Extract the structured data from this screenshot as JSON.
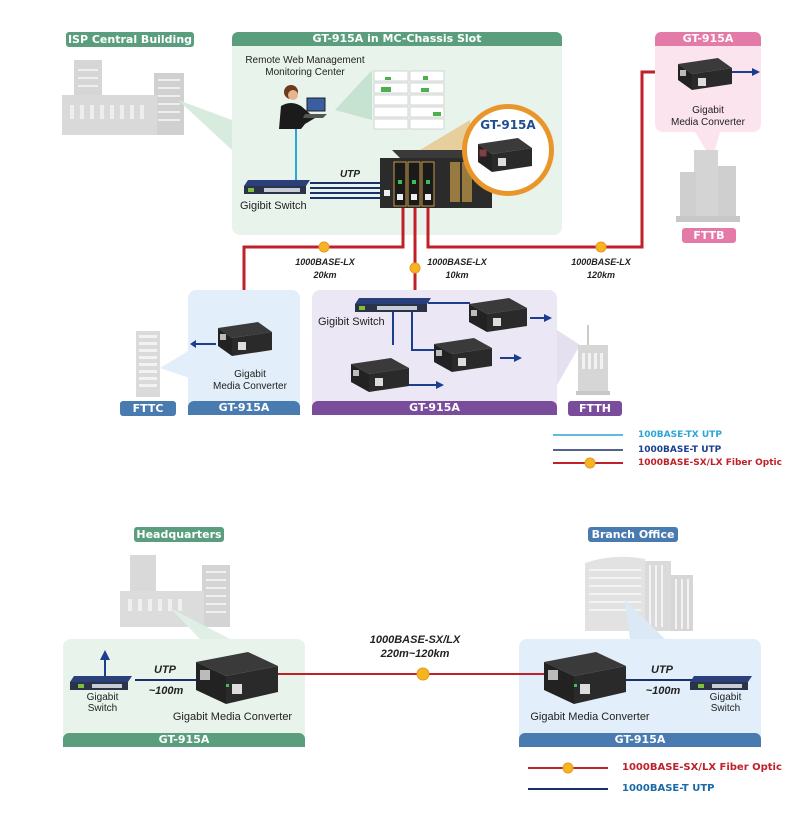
{
  "top_diagram": {
    "isp_building_tag": "ISP Central Building",
    "chassis_panel_title": "GT-915A in MC-Chassis Slot",
    "monitoring_center_label": "Remote Web Management Monitoring Center",
    "monitoring_center_line1": "Remote Web Management",
    "monitoring_center_line2": "Monitoring Center",
    "central_switch_label": "Gigibit Switch",
    "utp_label": "UTP",
    "zoom_callout_label": "GT-915A",
    "fttb": {
      "header": "GT-915A",
      "device_line1": "Gigabit",
      "device_line2": "Media Converter",
      "footer_tag": "FTTB"
    },
    "links": [
      {
        "type": "1000BASE-LX",
        "distance": "20km"
      },
      {
        "type": "1000BASE-LX",
        "distance": "10km"
      },
      {
        "type": "1000BASE-LX",
        "distance": "120km"
      }
    ],
    "fttc": {
      "device_line1": "Gigabit",
      "device_line2": "Media Converter",
      "footer_tag": "GT-915A",
      "building_tag": "FTTC"
    },
    "ftth": {
      "switch_label": "Gigibit Switch",
      "footer_tag": "GT-915A",
      "building_tag": "FTTH"
    },
    "legend": [
      {
        "label": "100BASE-TX UTP",
        "color": "#2aa6d6"
      },
      {
        "label": "1000BASE-T UTP",
        "color": "#1b2f6b"
      },
      {
        "label": "1000BASE-SX/LX Fiber Optic",
        "color": "#c0202a"
      }
    ]
  },
  "bottom_diagram": {
    "hq": {
      "tag": "Headquarters",
      "switch_line1": "Gigabit",
      "switch_line2": "Switch",
      "utp_label": "UTP",
      "utp_distance": "~100m",
      "converter_label": "Gigabit Media Converter",
      "footer": "GT-915A"
    },
    "fiber_link": {
      "type": "1000BASE-SX/LX",
      "distance": "220m~120km"
    },
    "branch": {
      "tag": "Branch Office",
      "switch_line1": "Gigabit",
      "switch_line2": "Switch",
      "utp_label": "UTP",
      "utp_distance": "~100m",
      "converter_label": "Gigabit Media Converter",
      "footer": "GT-915A"
    },
    "legend": [
      {
        "label": "1000BASE-SX/LX Fiber Optic",
        "color": "#c0202a"
      },
      {
        "label": "1000BASE-T UTP",
        "color": "#1b6aa8"
      }
    ]
  },
  "colors": {
    "green_tag": "#5a9e7e",
    "green_panel": "#e8f3ec",
    "pink_tag": "#e47aa8",
    "pink_panel": "#fbe4ee",
    "blue_tag": "#4a7bb0",
    "blue_panel": "#e2eef9",
    "purple_tag": "#7a4c9c",
    "purple_panel": "#ebe7f4",
    "fiber": "#c0202a",
    "utp_dark": "#1b2f6b",
    "utp_light": "#2aa6d6",
    "callout_ring": "#e8962a"
  }
}
